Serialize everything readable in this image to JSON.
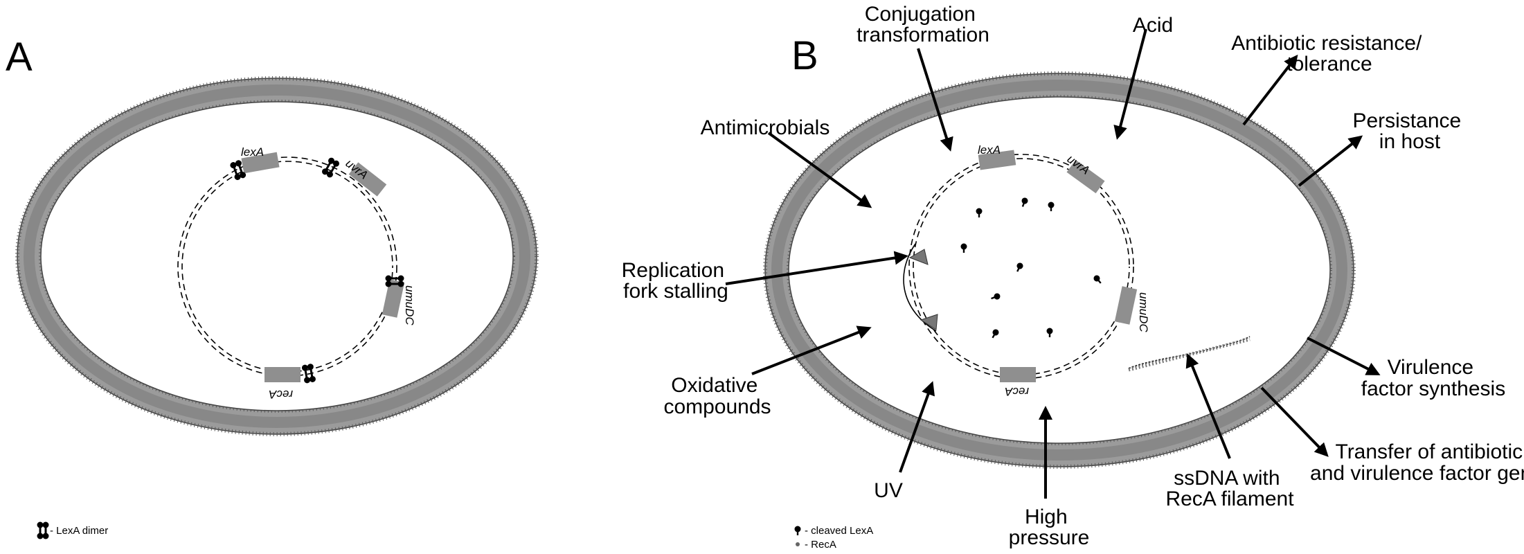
{
  "panel_a": {
    "letter": "A",
    "genes": [
      "lexA",
      "uvrA",
      "umuDC",
      "recA"
    ],
    "legend": "- LexA dimer"
  },
  "panel_b": {
    "letter": "B",
    "genes": [
      "lexA",
      "uvrA",
      "umuDC",
      "recA"
    ],
    "inputs": {
      "conjugation": [
        "Conjugation",
        "transformation"
      ],
      "acid": "Acid",
      "antimicrobials": "Antimicrobials",
      "replication": [
        "Replication",
        "fork stalling"
      ],
      "oxidative": [
        "Oxidative",
        "compounds"
      ],
      "uv": "UV",
      "pressure": [
        "High",
        "pressure"
      ]
    },
    "outputs": {
      "resistance": [
        "Antibiotic resistance/",
        "tolerance"
      ],
      "persistance": [
        "Persistance",
        "in host"
      ],
      "virulence": [
        "Virulence",
        "factor synthesis"
      ],
      "transfer": [
        "Transfer of antibiotic",
        "and virulence factor genes"
      ]
    },
    "ssdna": [
      "ssDNA with",
      "RecA filament"
    ],
    "legend": [
      "- cleaved LexA",
      "- RecA"
    ]
  },
  "colors": {
    "membrane_fill": "#9b9b9b",
    "gene_fill": "#8f8f8f",
    "ink": "#000000"
  }
}
